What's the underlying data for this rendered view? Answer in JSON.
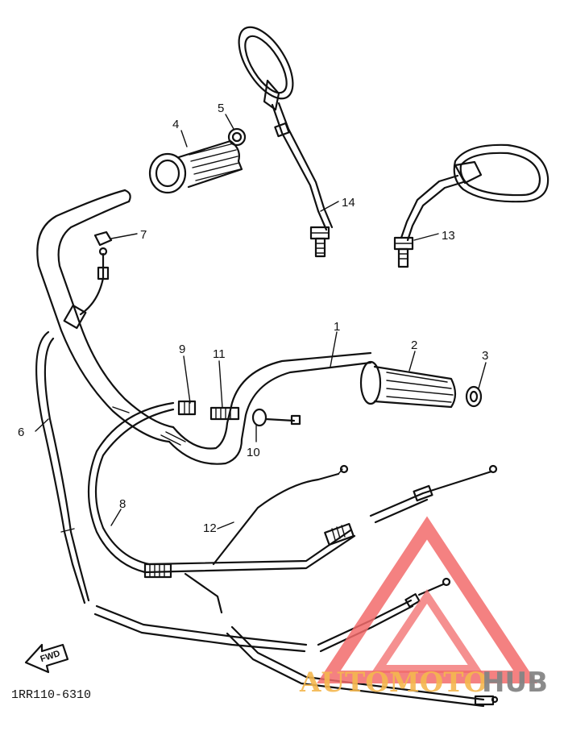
{
  "diagram": {
    "part_numbers": [
      "1",
      "2",
      "3",
      "4",
      "5",
      "6",
      "7",
      "8",
      "9",
      "10",
      "11",
      "12",
      "13",
      "14"
    ],
    "drawing_code": "1RR110-6310",
    "direction_label": "FWD"
  },
  "watermark": {
    "brand_part1": "AUTOMOTO",
    "brand_part2": "HUB",
    "colors": {
      "triangle": "#f26b6b",
      "part1": "#f5b84f",
      "part2": "#858585"
    }
  }
}
